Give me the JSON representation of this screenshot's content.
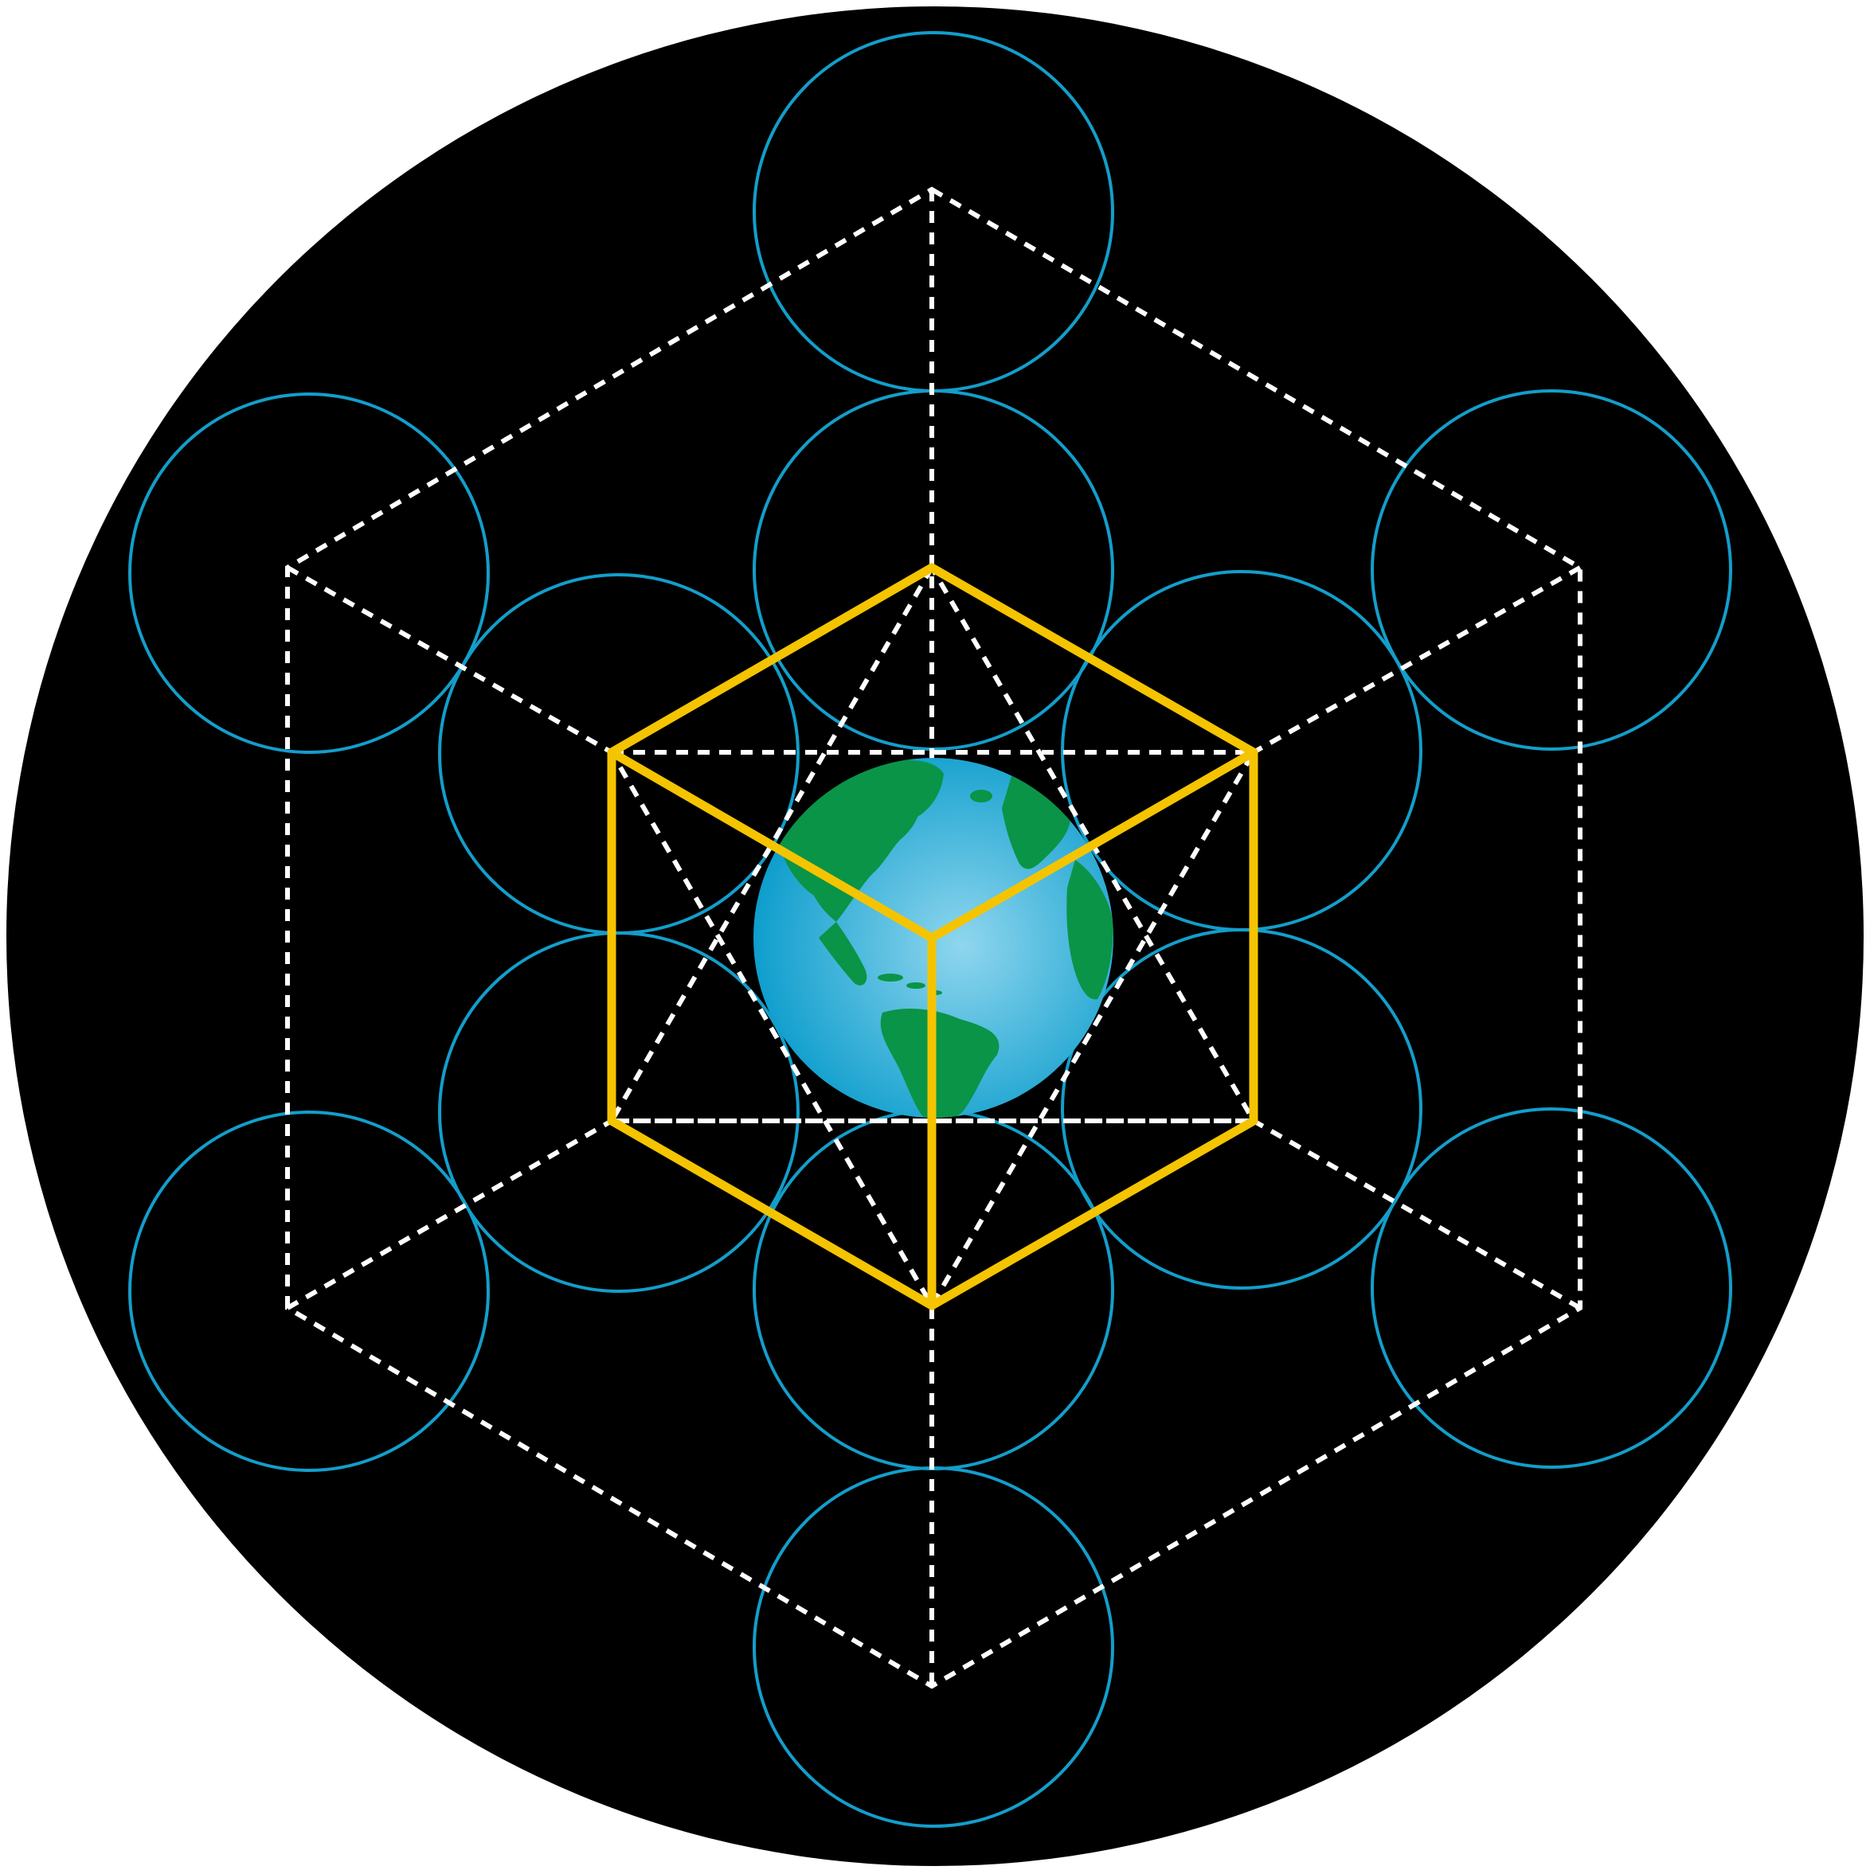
{
  "artwork": {
    "subject": "metatrons-cube-with-earth",
    "colors": {
      "page_background": "#ffffff",
      "disc": "#000000",
      "circle_outline": "#139ecb",
      "dashed_lines": "#ffffff",
      "cube_outline": "#f5c400",
      "ocean_light": "#8fd6ee",
      "ocean_dark": "#0a9ccc",
      "land": "#0a9447"
    },
    "counts": {
      "circles": 13,
      "cube_edges": 9
    }
  }
}
